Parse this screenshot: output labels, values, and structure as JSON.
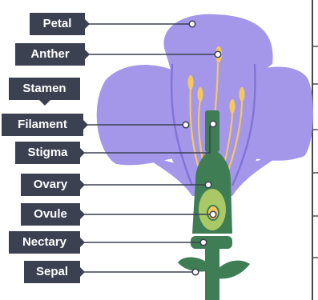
{
  "labels": {
    "petal": "Petal",
    "anther": "Anther",
    "stamen": "Stamen",
    "filament": "Filament",
    "stigma": "Stigma",
    "ovary": "Ovary",
    "ovule": "Ovule",
    "nectary": "Nectary",
    "sepal": "Sepal"
  },
  "colors": {
    "label_bg": "#3c4152",
    "label_text": "#ffffff",
    "petal": "#a497ea",
    "petal_outline": "#8373d8",
    "stem": "#3f7d55",
    "ovary_light": "#a9c966",
    "anther": "#f4c85d",
    "leader_line": "#3c4152"
  }
}
